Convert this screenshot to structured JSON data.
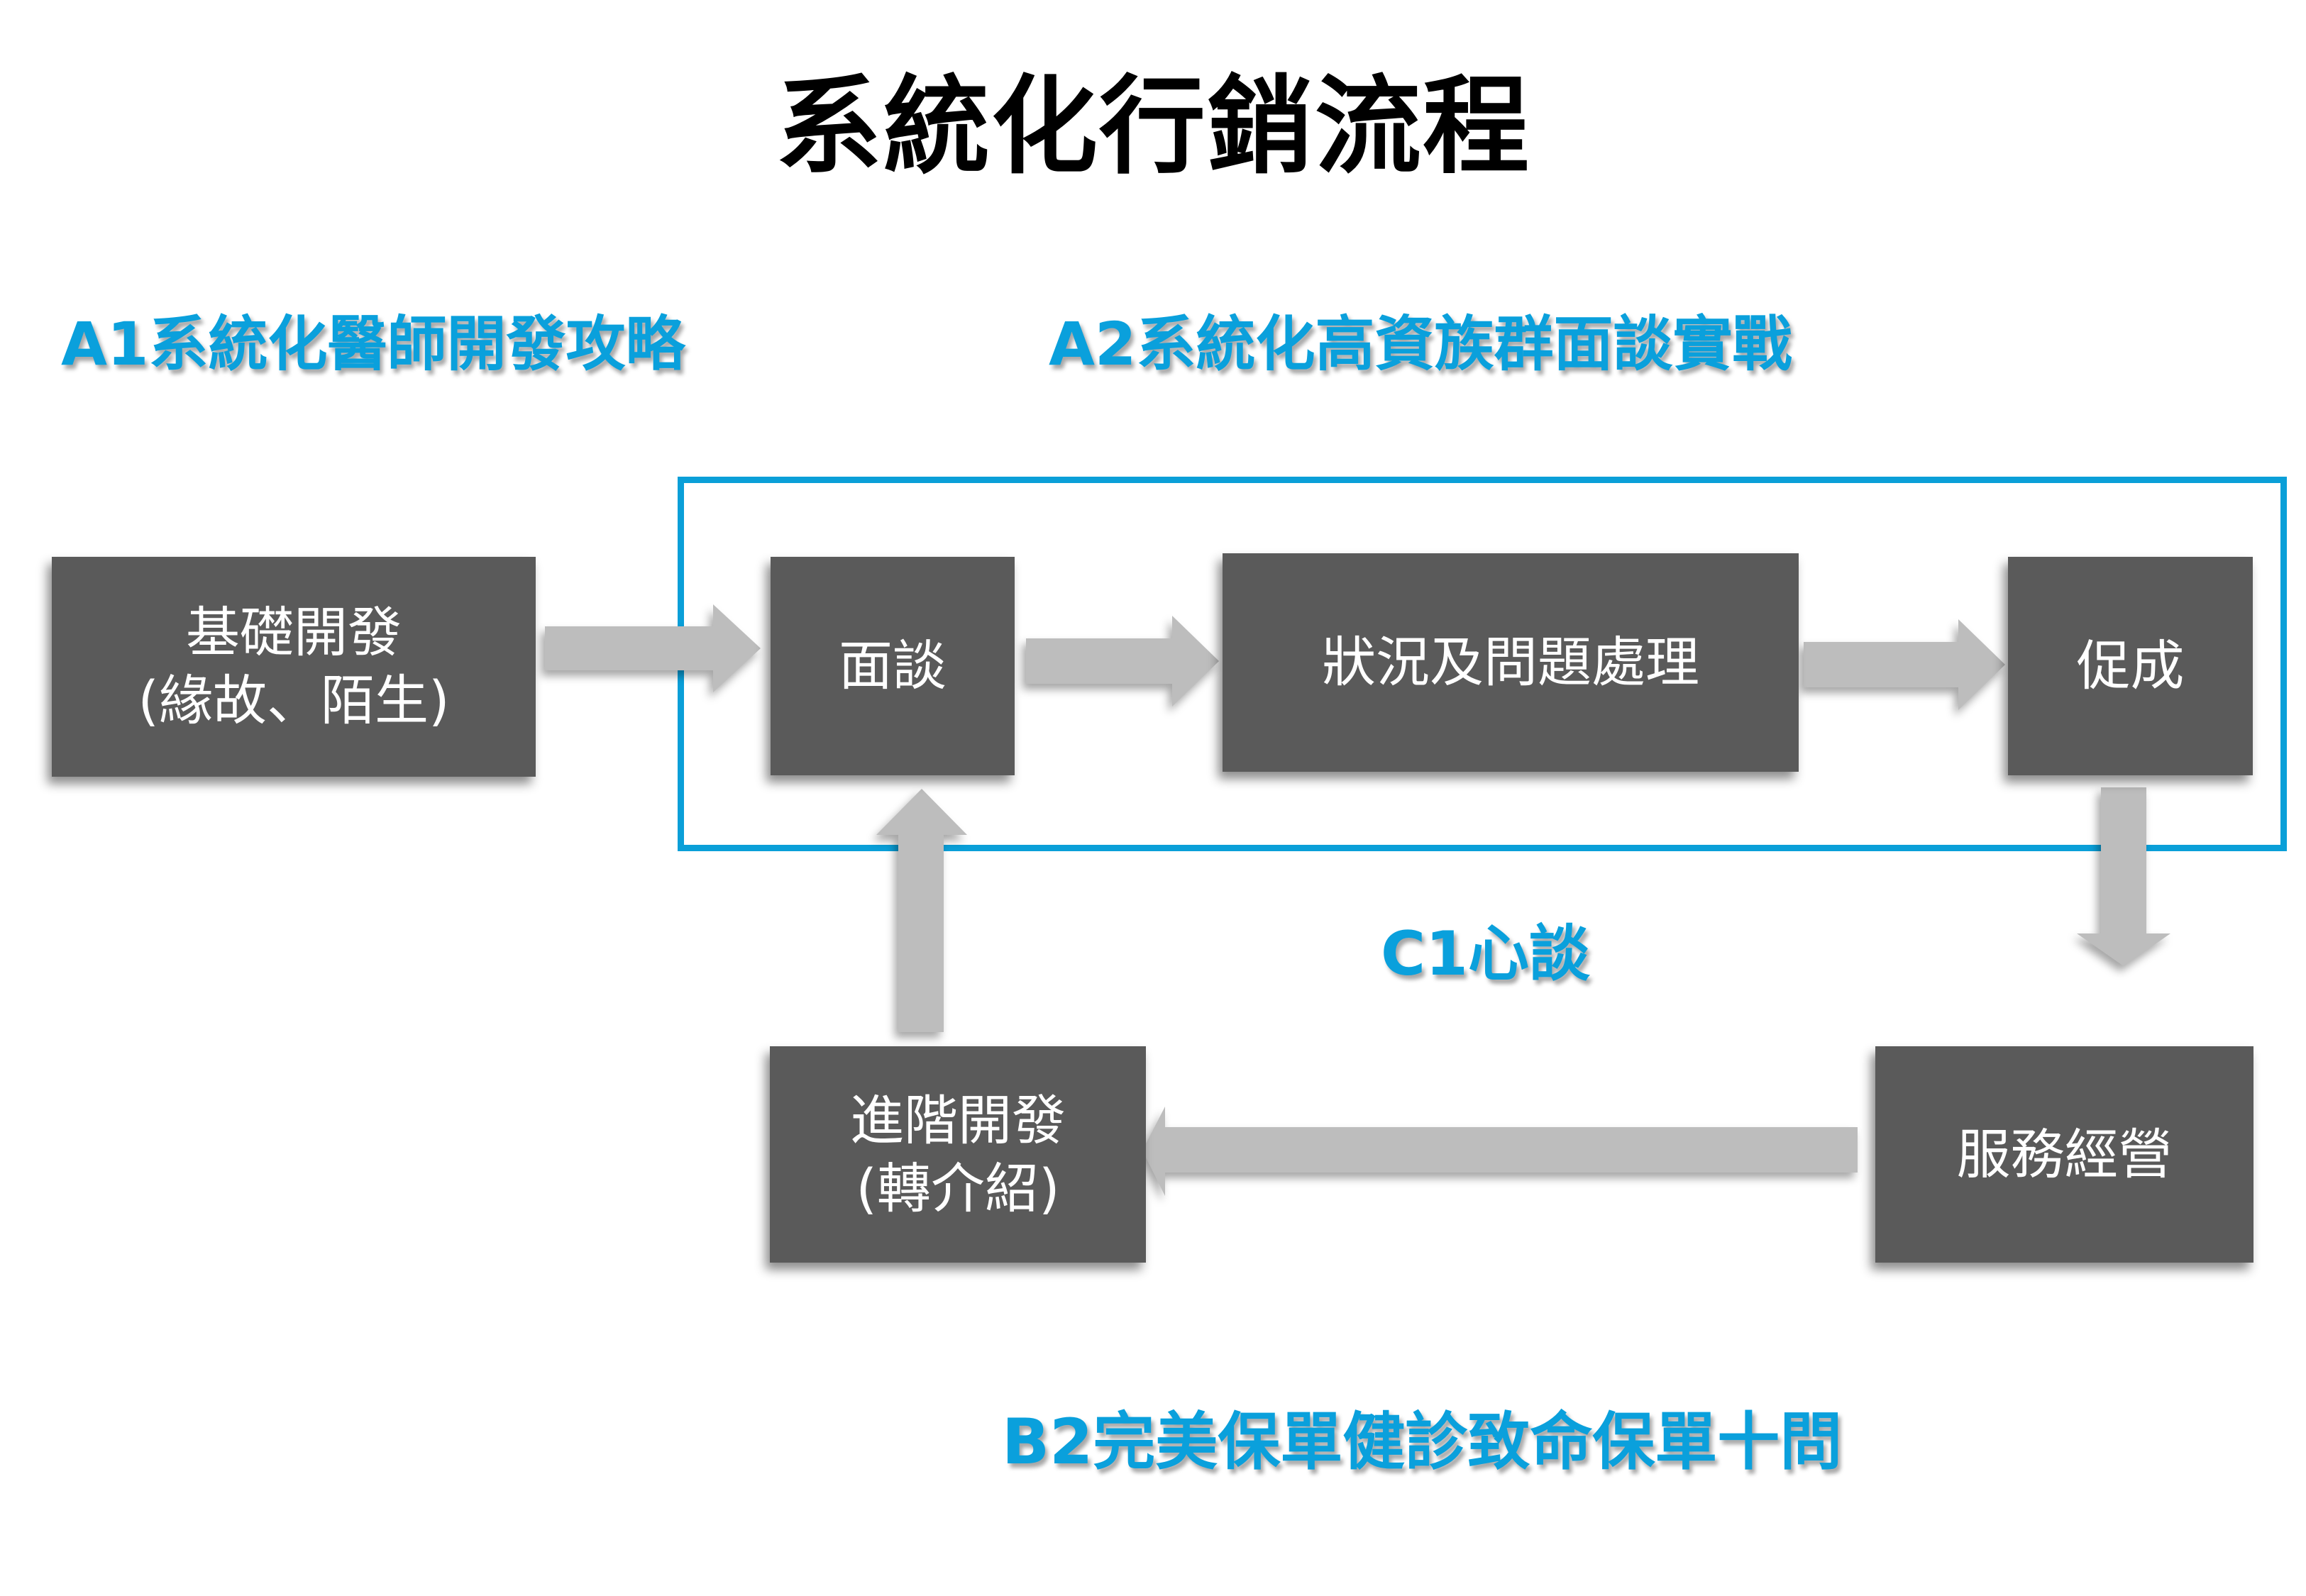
{
  "title": "系統化行銷流程",
  "sections": {
    "a1": "A1系統化醫師開發攻略",
    "a2": "A2系統化高資族群面談實戰",
    "c1": "C1心談",
    "b2": "B2完美保單健診致命保單十問"
  },
  "steps": {
    "basic_development": {
      "line1": "基礎開發",
      "line2": "(緣故、陌生)"
    },
    "meeting": {
      "line1": "面談"
    },
    "status_and_problem": {
      "line1": "狀況及問題處理"
    },
    "closing": {
      "line1": "促成"
    },
    "service_management": {
      "line1": "服務經營"
    },
    "advanced_development": {
      "line1": "進階開發",
      "line2": "(轉介紹)"
    }
  },
  "flow": [
    {
      "from": "基礎開發",
      "to": "面談",
      "direction": "right"
    },
    {
      "from": "面談",
      "to": "狀況及問題處理",
      "direction": "right"
    },
    {
      "from": "狀況及問題處理",
      "to": "促成",
      "direction": "right"
    },
    {
      "from": "促成",
      "to": "服務經營",
      "direction": "down"
    },
    {
      "from": "服務經營",
      "to": "進階開發",
      "direction": "left"
    },
    {
      "from": "進階開發",
      "to": "面談",
      "direction": "up"
    }
  ],
  "colors": {
    "accent_blue": "#0aa0dc",
    "box_fill": "#5a5a5a",
    "arrow_fill": "#bdbdbd",
    "title": "#000000",
    "box_text": "#ffffff"
  }
}
